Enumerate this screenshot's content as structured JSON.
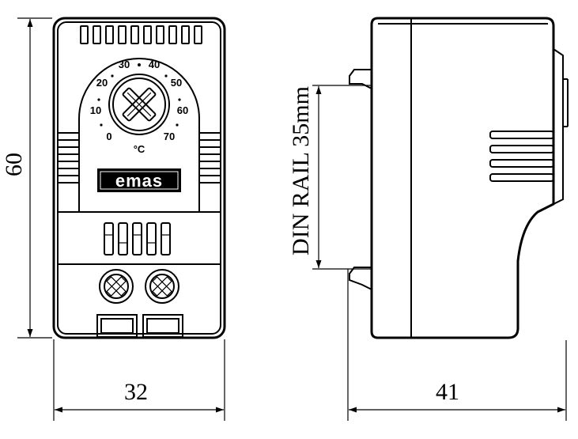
{
  "dimensions": {
    "height": "60",
    "width": "32",
    "depth": "41",
    "rail": "DIN RAIL 35mm"
  },
  "dial": {
    "scale_labels": [
      "0",
      "10",
      "20",
      "30",
      "40",
      "50",
      "60",
      "70"
    ],
    "unit": "°C"
  },
  "brand": "emas"
}
